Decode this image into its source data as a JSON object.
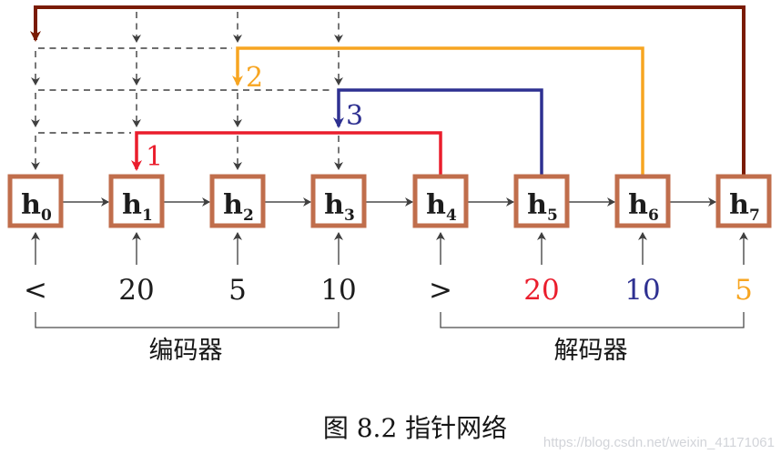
{
  "figure": {
    "caption": "图 8.2 指针网络",
    "watermark": "https://blog.csdn.net/weixin_41171061"
  },
  "colors": {
    "step1_red": "#ea1d2c",
    "step2_orange": "#f7a521",
    "step3_blue": "#2e3091",
    "final_maroon": "#7a1b04",
    "box_border": "#c06e4c",
    "line_gray": "#454545",
    "text_black": "#1c1c1c",
    "watermark_gray": "#d2d4d9"
  },
  "nodes": [
    {
      "base": "h",
      "sub": "0"
    },
    {
      "base": "h",
      "sub": "1"
    },
    {
      "base": "h",
      "sub": "2"
    },
    {
      "base": "h",
      "sub": "3"
    },
    {
      "base": "h",
      "sub": "4"
    },
    {
      "base": "h",
      "sub": "5"
    },
    {
      "base": "h",
      "sub": "6"
    },
    {
      "base": "h",
      "sub": "7"
    }
  ],
  "inputs": [
    {
      "text": "<",
      "color": "#1c1c1c"
    },
    {
      "text": "20",
      "color": "#1c1c1c"
    },
    {
      "text": "5",
      "color": "#1c1c1c"
    },
    {
      "text": "10",
      "color": "#1c1c1c"
    },
    {
      "text": ">",
      "color": "#1c1c1c"
    },
    {
      "text": "20",
      "color": "#ea1d2c"
    },
    {
      "text": "10",
      "color": "#2e3091"
    },
    {
      "text": "5",
      "color": "#f7a521"
    }
  ],
  "pointer_labels": [
    {
      "text": "1",
      "color": "#ea1d2c"
    },
    {
      "text": "2",
      "color": "#f7a521"
    },
    {
      "text": "3",
      "color": "#2e3091"
    }
  ],
  "groups": {
    "encoder": "编码器",
    "decoder": "解码器"
  }
}
